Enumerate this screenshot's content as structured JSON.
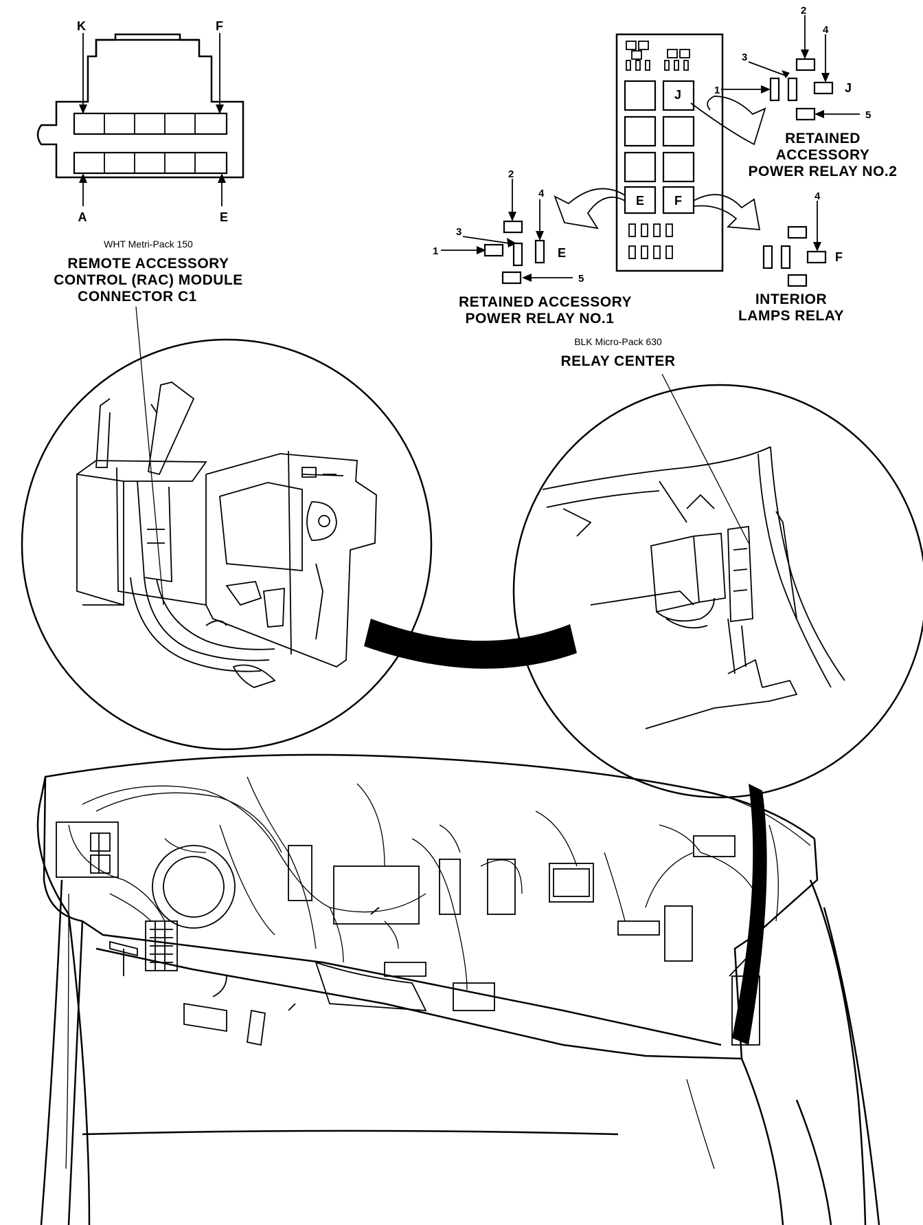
{
  "rac_connector": {
    "pin_k": "K",
    "pin_f": "F",
    "pin_a": "A",
    "pin_e": "E",
    "subtitle": "WHT Metri-Pack 150",
    "title_line1": "REMOTE ACCESSORY",
    "title_line2": "CONTROL (RAC)  MODULE",
    "title_line3": "CONNECTOR C1"
  },
  "relay_center": {
    "slot_j": "J",
    "slot_e": "E",
    "slot_f": "F",
    "subtitle": "BLK Micro-Pack 630",
    "title": "RELAY CENTER"
  },
  "relay_no2": {
    "pins": [
      "1",
      "2",
      "3",
      "4",
      "5"
    ],
    "slot": "J",
    "title_line1": "RETAINED",
    "title_line2": "ACCESSORY",
    "title_line3": "POWER RELAY NO.2"
  },
  "relay_no1": {
    "pins": [
      "1",
      "2",
      "3",
      "4",
      "5"
    ],
    "slot": "E",
    "title_line1": "RETAINED ACCESSORY",
    "title_line2": "POWER RELAY NO.1"
  },
  "interior_lamps": {
    "pin": "4",
    "slot": "F",
    "title_line1": "INTERIOR",
    "title_line2": "LAMPS RELAY"
  }
}
